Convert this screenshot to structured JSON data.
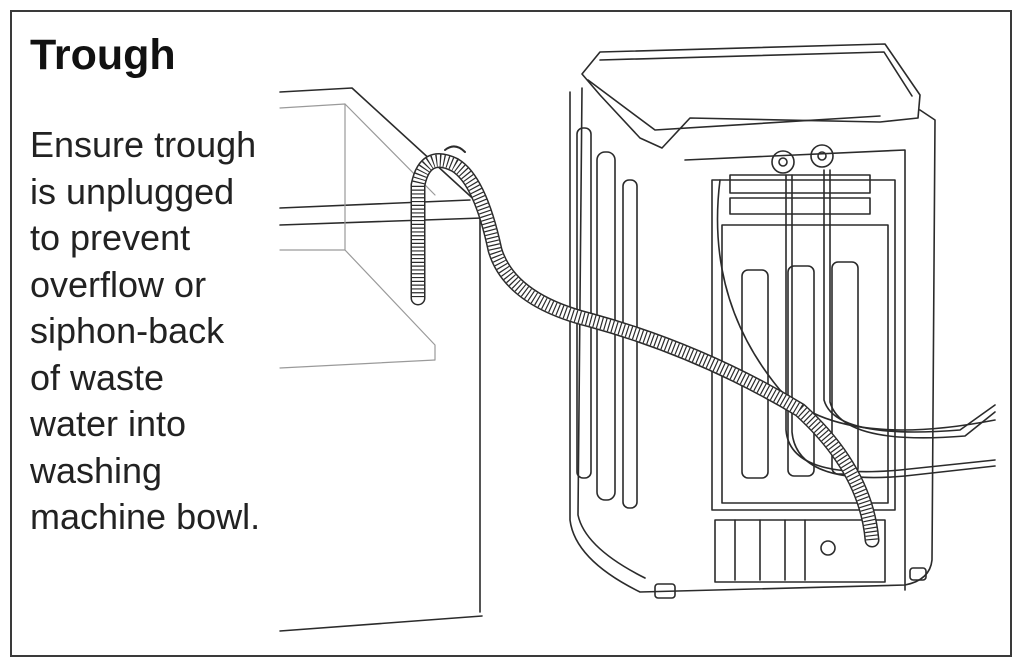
{
  "title": "Trough",
  "instruction_lines": [
    "Ensure trough",
    "is unplugged",
    "to prevent",
    "overflow or",
    "siphon-back",
    "of waste",
    "water into",
    "washing",
    "machine bowl."
  ],
  "colors": {
    "line": "#2b2b2b",
    "faint_line": "#8a8a8a",
    "frame": "#3a3a3a"
  }
}
